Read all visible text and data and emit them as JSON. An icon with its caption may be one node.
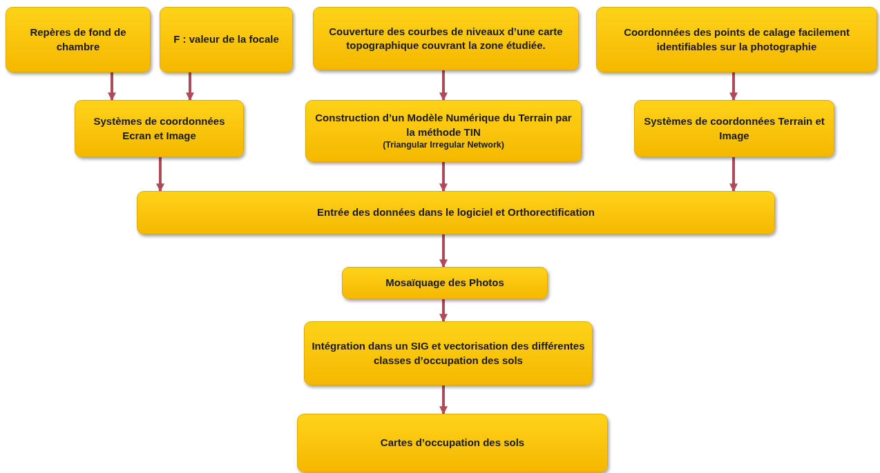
{
  "diagram": {
    "nodes": [
      {
        "text": [
          "Repères de fond de chambre"
        ]
      },
      {
        "text": [
          "F : valeur de la focale"
        ]
      },
      {
        "text": [
          "Couverture des courbes de niveaux d’une carte topographique couvrant la zone étudiée."
        ]
      },
      {
        "text": [
          "Coordonnées des points de calage facilement identifiables sur la photographie"
        ]
      },
      {
        "text": [
          "Systèmes de coordonnées Ecran et Image"
        ]
      },
      {
        "text": [
          "Construction d’un Modèle Numérique du Terrain par la méthode TIN",
          "(Triangular Irregular Network)"
        ]
      },
      {
        "text": [
          "Systèmes de coordonnées Terrain et Image"
        ]
      },
      {
        "text": [
          "Entrée des données dans le logiciel et Orthorectification"
        ]
      },
      {
        "text": [
          "Mosaïquage des Photos"
        ]
      },
      {
        "text": [
          "Intégration dans un SIG et vectorisation des différentes classes d’occupation des sols"
        ]
      },
      {
        "text": [
          "Cartes d’occupation des sols"
        ]
      }
    ],
    "edges": [
      {
        "from": 0,
        "to": 4,
        "arrow": "to"
      },
      {
        "from": 1,
        "to": 4,
        "arrow": "to"
      },
      {
        "from": 2,
        "to": 5,
        "arrow": "to"
      },
      {
        "from": 3,
        "to": 6,
        "arrow": "to"
      },
      {
        "from": 4,
        "to": 7,
        "arrow": "to"
      },
      {
        "from": 5,
        "to": 7,
        "arrow": "to"
      },
      {
        "from": 6,
        "to": 7,
        "arrow": "to"
      },
      {
        "from": 7,
        "to": 8,
        "arrow": "to"
      },
      {
        "from": 8,
        "to": 9,
        "arrow": "to"
      },
      {
        "from": 9,
        "to": 10,
        "arrow": "to"
      }
    ]
  }
}
